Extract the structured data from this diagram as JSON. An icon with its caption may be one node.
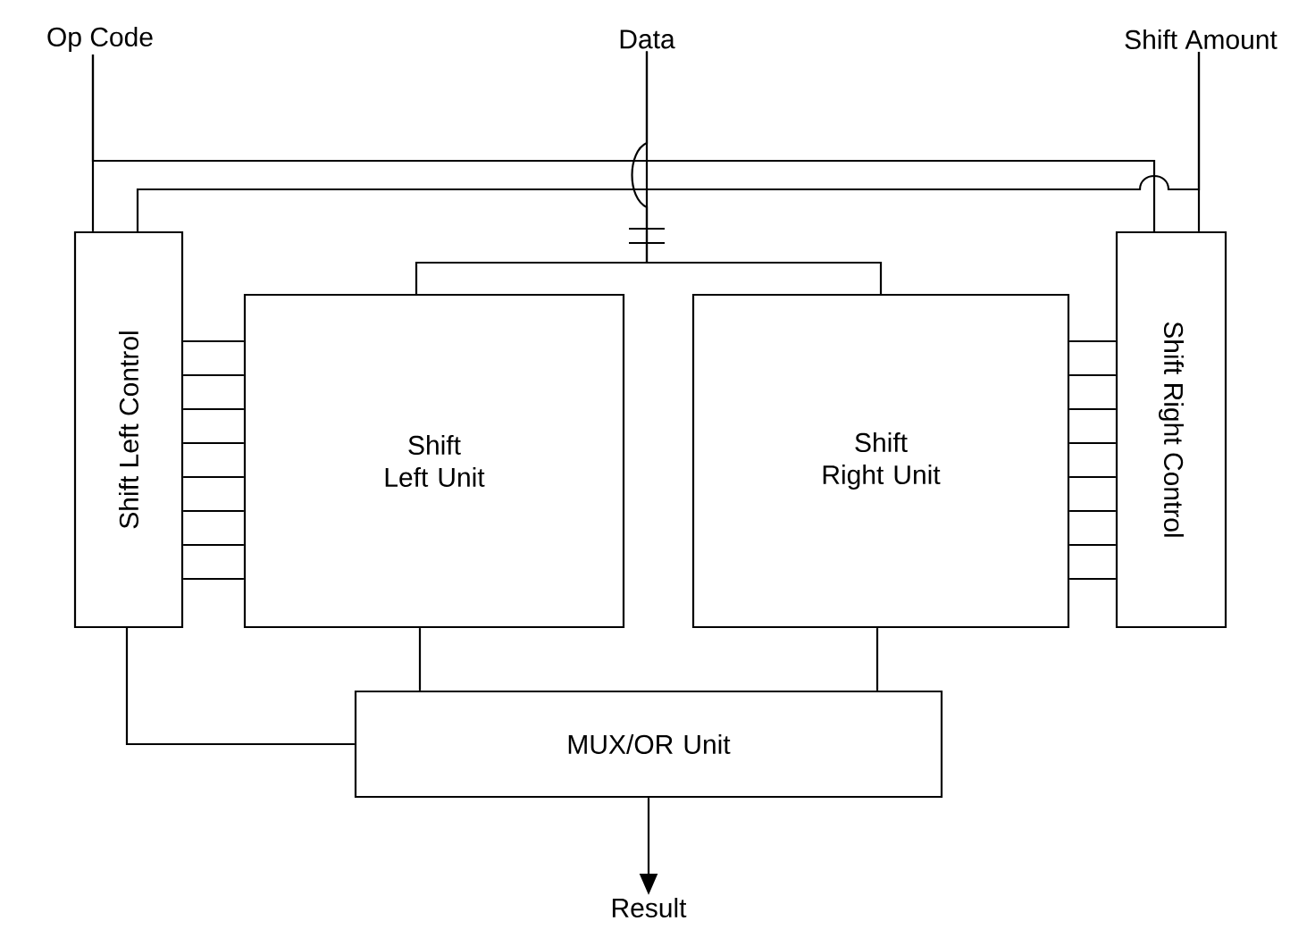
{
  "diagram": {
    "nodes": [
      {
        "text": [
          "Op Code"
        ]
      },
      {
        "text": [
          "Data"
        ]
      },
      {
        "text": [
          "Shift Amount"
        ]
      },
      {
        "text": [
          "Shift Left Control"
        ]
      },
      {
        "text": [
          "Shift Left Unit"
        ]
      },
      {
        "text": [
          "Shift Right Unit"
        ]
      },
      {
        "text": [
          "Shift Right Control"
        ]
      },
      {
        "text": [
          "MUX/OR Unit"
        ]
      },
      {
        "text": [
          "Result"
        ]
      }
    ],
    "edges": [
      {
        "from": 0,
        "to": 3,
        "arrow": "none"
      },
      {
        "from": 0,
        "to": 6,
        "arrow": "none"
      },
      {
        "from": 2,
        "to": 6,
        "arrow": "none"
      },
      {
        "from": 2,
        "to": 3,
        "arrow": "none"
      },
      {
        "from": 1,
        "to": 4,
        "arrow": "none"
      },
      {
        "from": 1,
        "to": 5,
        "arrow": "none"
      },
      {
        "from": 3,
        "to": 4,
        "arrow": "none"
      },
      {
        "from": 5,
        "to": 6,
        "arrow": "none"
      },
      {
        "from": 4,
        "to": 7,
        "arrow": "none"
      },
      {
        "from": 5,
        "to": 7,
        "arrow": "none"
      },
      {
        "from": 3,
        "to": 7,
        "arrow": "none"
      },
      {
        "from": 7,
        "to": 8,
        "arrow": "to"
      }
    ]
  }
}
